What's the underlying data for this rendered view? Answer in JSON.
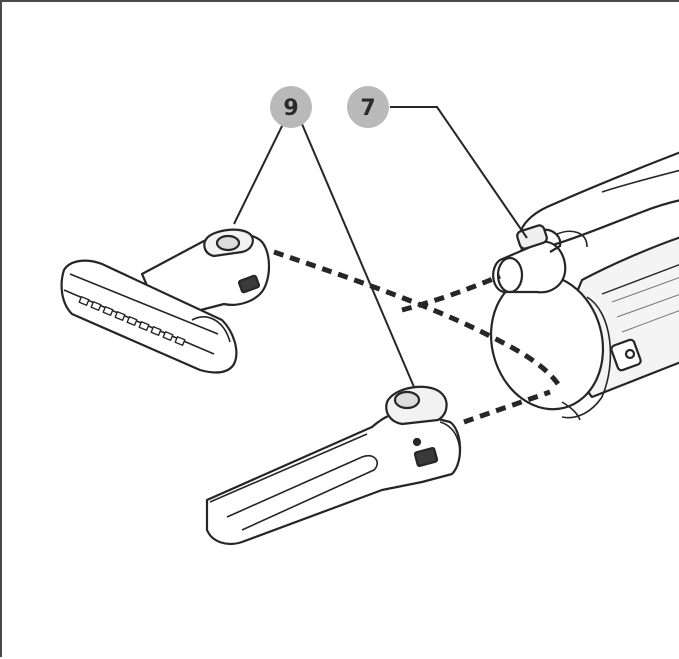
{
  "callouts": [
    {
      "id": "callout-9",
      "label": "9"
    },
    {
      "id": "callout-7",
      "label": "7"
    }
  ],
  "colors": {
    "badge_fill": "#b9b9b9",
    "badge_text": "#2b2b2b",
    "line": "#262626",
    "part_fill": "#ffffff",
    "part_shade": "#e6e6e6",
    "border": "#4a4a4a"
  },
  "icons": [
    "floor-brush-tool",
    "crevice-tool",
    "vacuum-nozzle",
    "direction-arrow-line"
  ]
}
